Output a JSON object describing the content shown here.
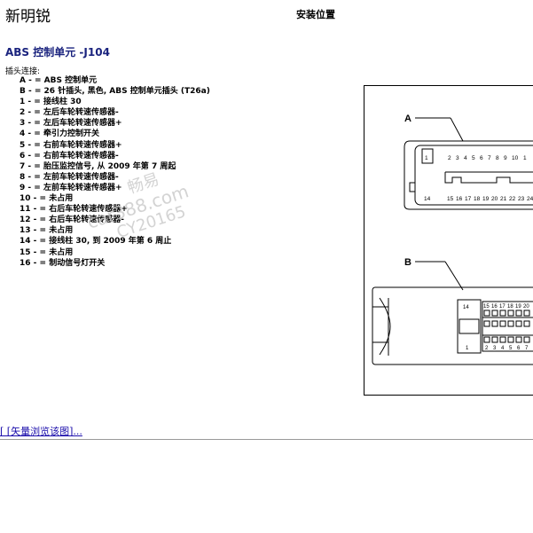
{
  "header": {
    "model": "新明锐",
    "section": "安装位置"
  },
  "document": {
    "title": "ABS 控制单元 -J104",
    "connector_intro": "插头连接:",
    "pins": [
      "A - = ABS 控制单元",
      "B - = 26 针插头, 黑色, ABS 控制单元插头 (T26a)",
      "1 - = 接线柱 30",
      "2 - = 左后车轮转速传感器-",
      "3 - = 左后车轮转速传感器+",
      "4 - = 牵引力控制开关",
      "5 - = 右前车轮转速传感器+",
      "6 - = 右前车轮转速传感器-",
      "7 - = 胎压监控信号, 从 2009 年第 7 周起",
      "8 - = 左前车轮转速传感器-",
      "9 - = 左前车轮转速传感器+",
      "10 - = 未占用",
      "11 - = 右后车轮转速传感器+",
      "12 - = 右后车轮转速传感器-",
      "13 - = 未占用",
      "14 - = 接线柱 30, 到 2009 年第 6 周止",
      "15 - = 未占用",
      "16 - = 制动信号灯开关"
    ]
  },
  "watermark": {
    "brand": "畅易",
    "site": "car388.com",
    "code": "CY20165"
  },
  "diagram": {
    "label_a": "A",
    "label_b": "B",
    "connector_a_top": [
      "1",
      "2",
      "3",
      "4",
      "5",
      "6",
      "7",
      "8",
      "9",
      "10",
      "1"
    ],
    "connector_a_bottom": [
      "14",
      "15",
      "16",
      "17",
      "18",
      "19",
      "20",
      "21",
      "22",
      "23",
      "24"
    ],
    "connector_b_top": [
      "14",
      "15",
      "16",
      "17",
      "18",
      "19",
      "20"
    ],
    "connector_b_bottom": [
      "1",
      "2",
      "3",
      "4",
      "5",
      "6",
      "7"
    ]
  },
  "footer": {
    "link_text": "[ [矢量浏览该图]..."
  }
}
